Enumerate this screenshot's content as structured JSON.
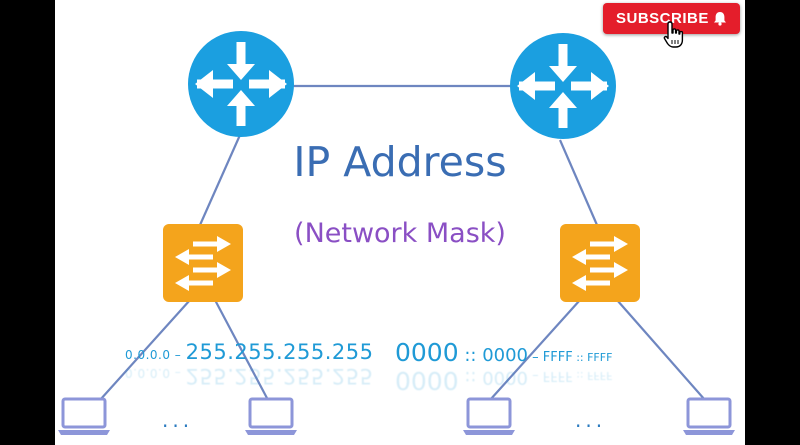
{
  "title": "IP Address",
  "subtitle": "(Network Mask)",
  "ipv4_range": {
    "start": "0.0.0.0",
    "separator": " – ",
    "end": "255.255.255.255"
  },
  "ipv6_range": {
    "start_a": "0000",
    "sep1": " :: ",
    "start_b": "0000",
    "separator": " – ",
    "end_a": "FFFF",
    "sep2": " :: ",
    "end_b": "FFFF"
  },
  "ellipsis_left": "...",
  "ellipsis_right": "...",
  "subscribe_label": "SUBSCRIBE",
  "colors": {
    "router": "#1b9fe0",
    "switch": "#f4a41c",
    "laptop": "#8d96d9",
    "link": "#6e86c0",
    "subscribe": "#e41e2b"
  },
  "icons": [
    "router-icon",
    "switch-icon",
    "laptop-icon",
    "bell-icon",
    "hand-cursor-icon"
  ]
}
